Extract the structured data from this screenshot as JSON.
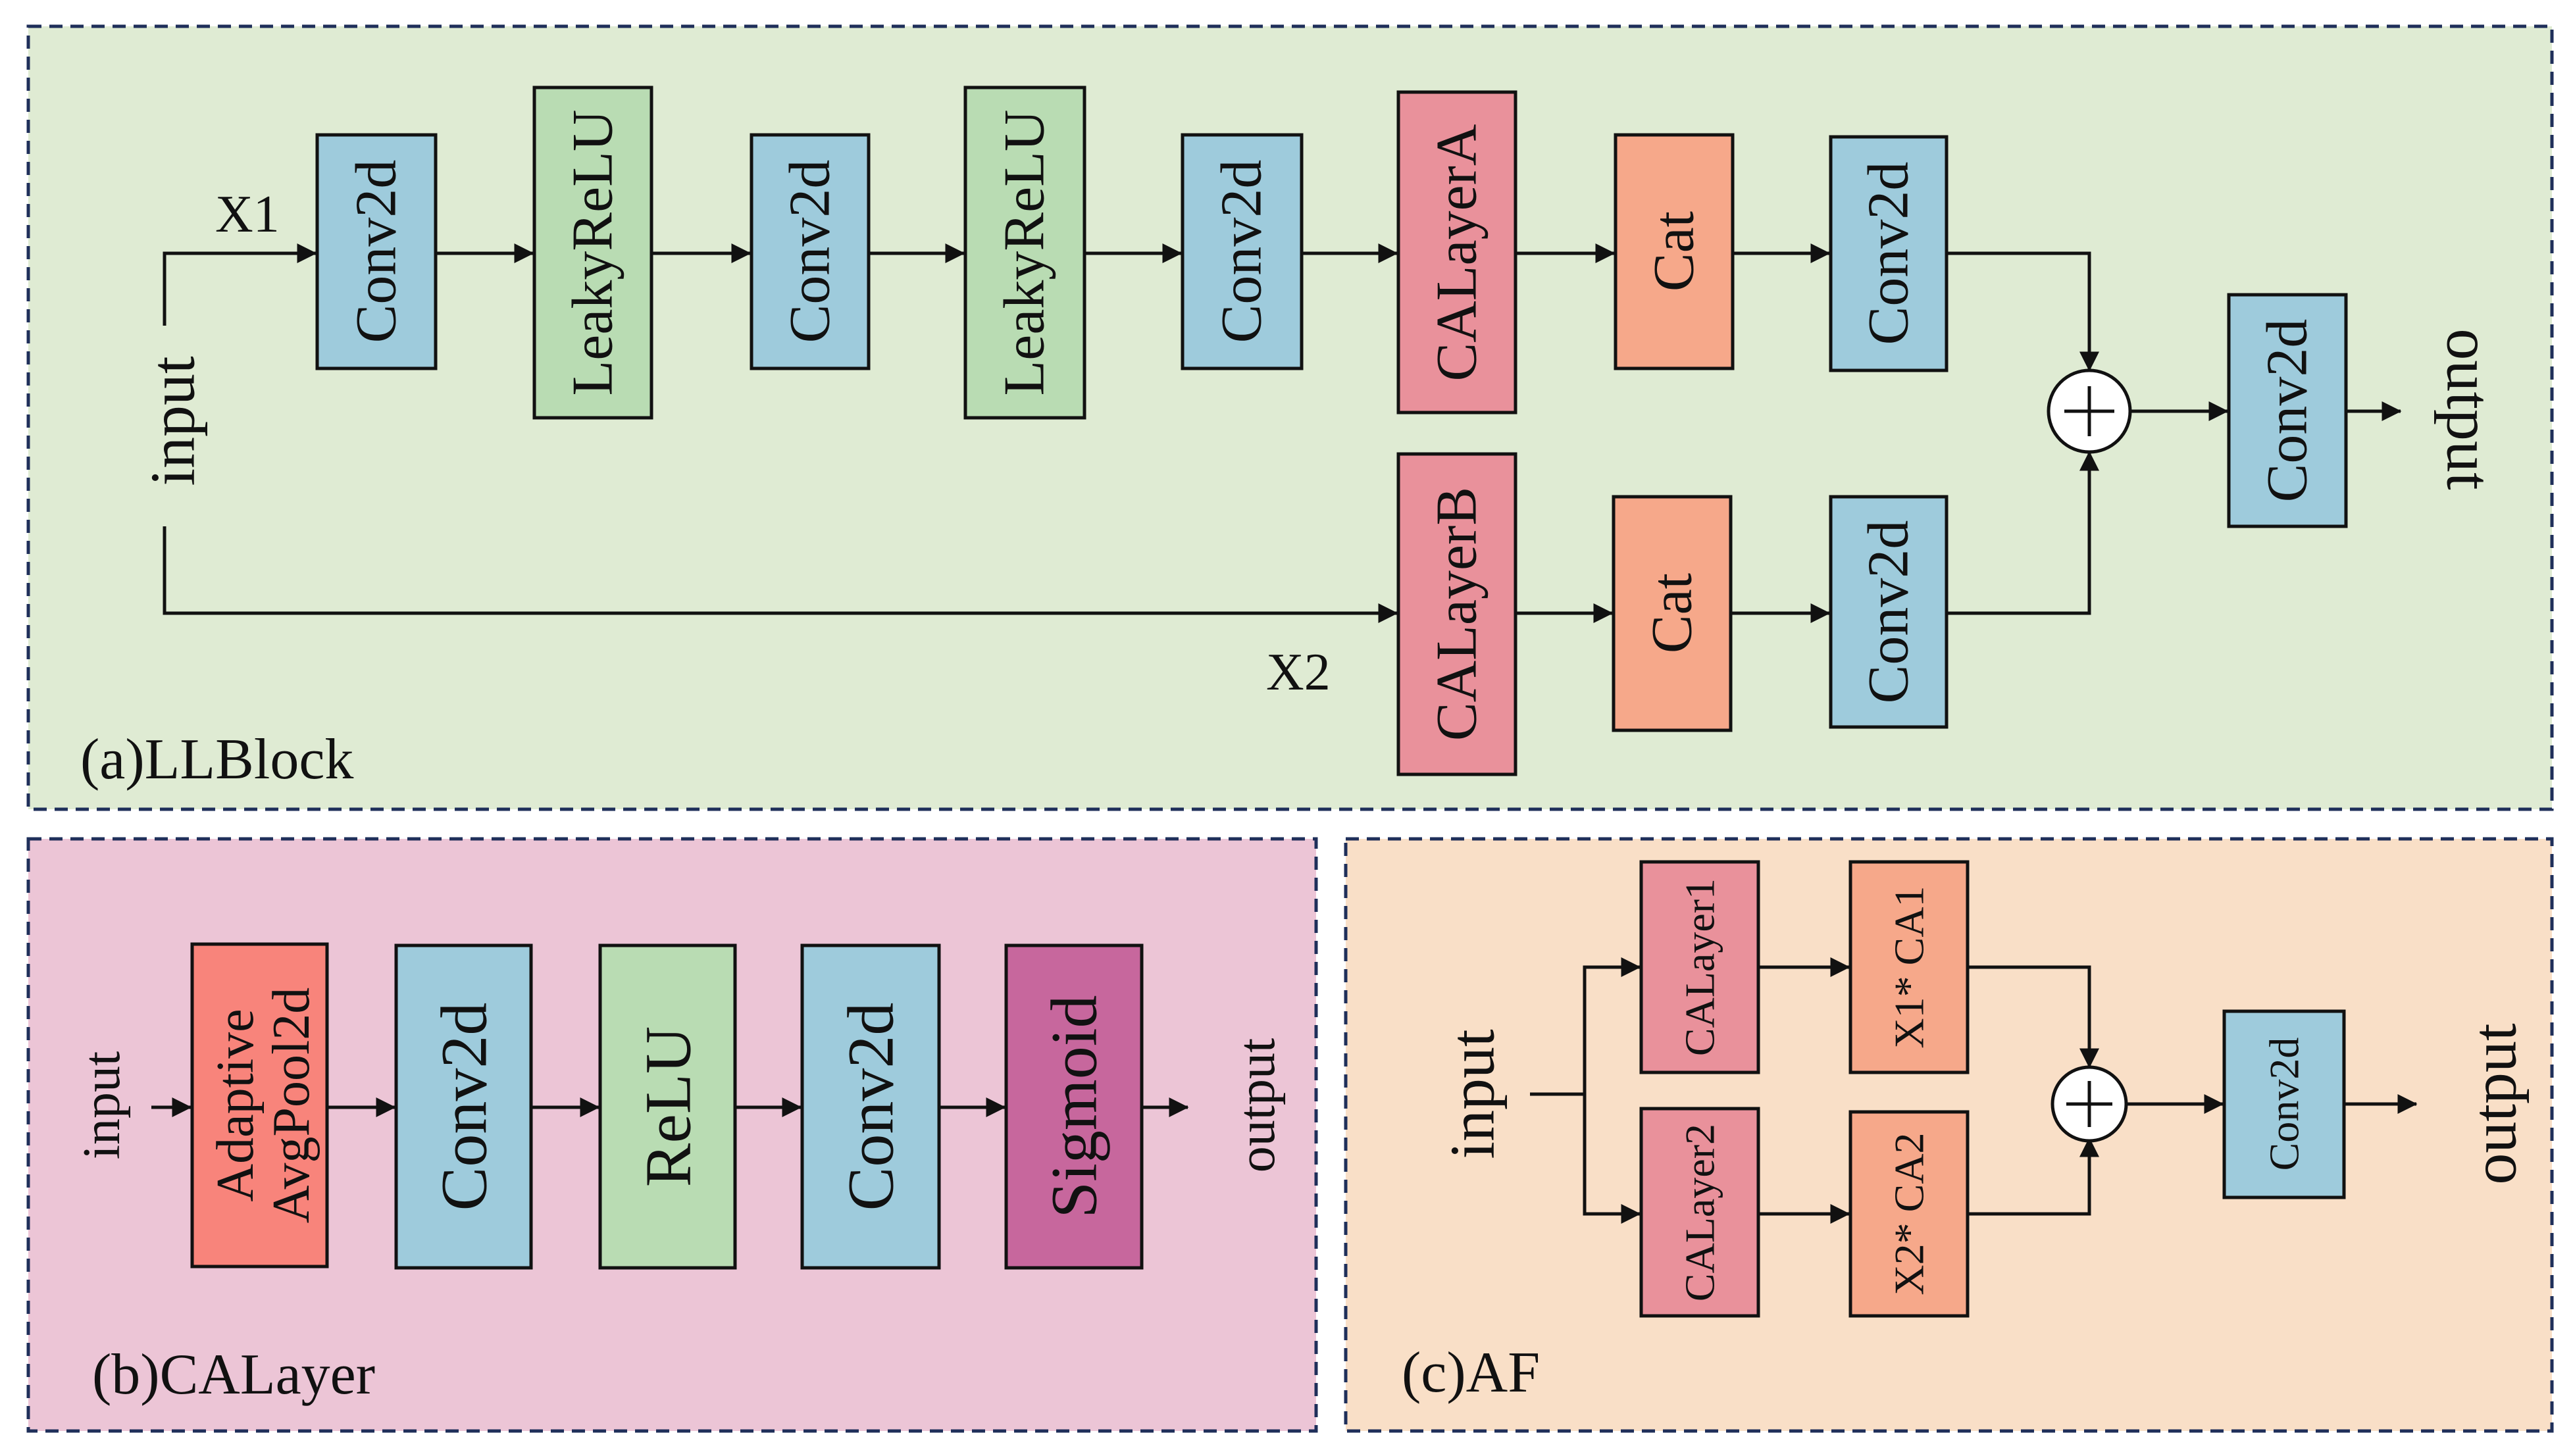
{
  "colors": {
    "conv": "#9ecbdc",
    "leaky": "#b9dcb3",
    "calayer": "#e9919b",
    "cat": "#f6a88a",
    "adaptive": "#f8847b",
    "sigmoid": "#c7679d",
    "panel_a": "#dfebd3",
    "panel_b": "#ecc5d6",
    "panel_c": "#f9dfc7"
  },
  "panel_a": {
    "caption": "(a)LLBlock",
    "input": "input",
    "output": "output",
    "x1": "X1",
    "x2": "X2",
    "top_chain": [
      "Conv2d",
      "LeakyReLU",
      "Conv2d",
      "LeakyReLU",
      "Conv2d",
      "CALayerA",
      "Cat",
      "Conv2d"
    ],
    "bottom_chain": [
      "CALayerB",
      "Cat",
      "Conv2d"
    ],
    "final_conv": "Conv2d"
  },
  "panel_b": {
    "caption": "(b)CALayer",
    "input": "input",
    "output": "output",
    "adaptive_line1": "Adaptive",
    "adaptive_line2": "AvgPool2d",
    "chain": [
      "Conv2d",
      "ReLU",
      "Conv2d",
      "Sigmoid"
    ]
  },
  "panel_c": {
    "caption": "(c)AF",
    "input": "input",
    "output": "output",
    "calayer1": "CALayer1",
    "calayer2": "CALayer2",
    "mul1": "X1* CA1",
    "mul2": "X2* CA2",
    "conv": "Conv2d"
  }
}
